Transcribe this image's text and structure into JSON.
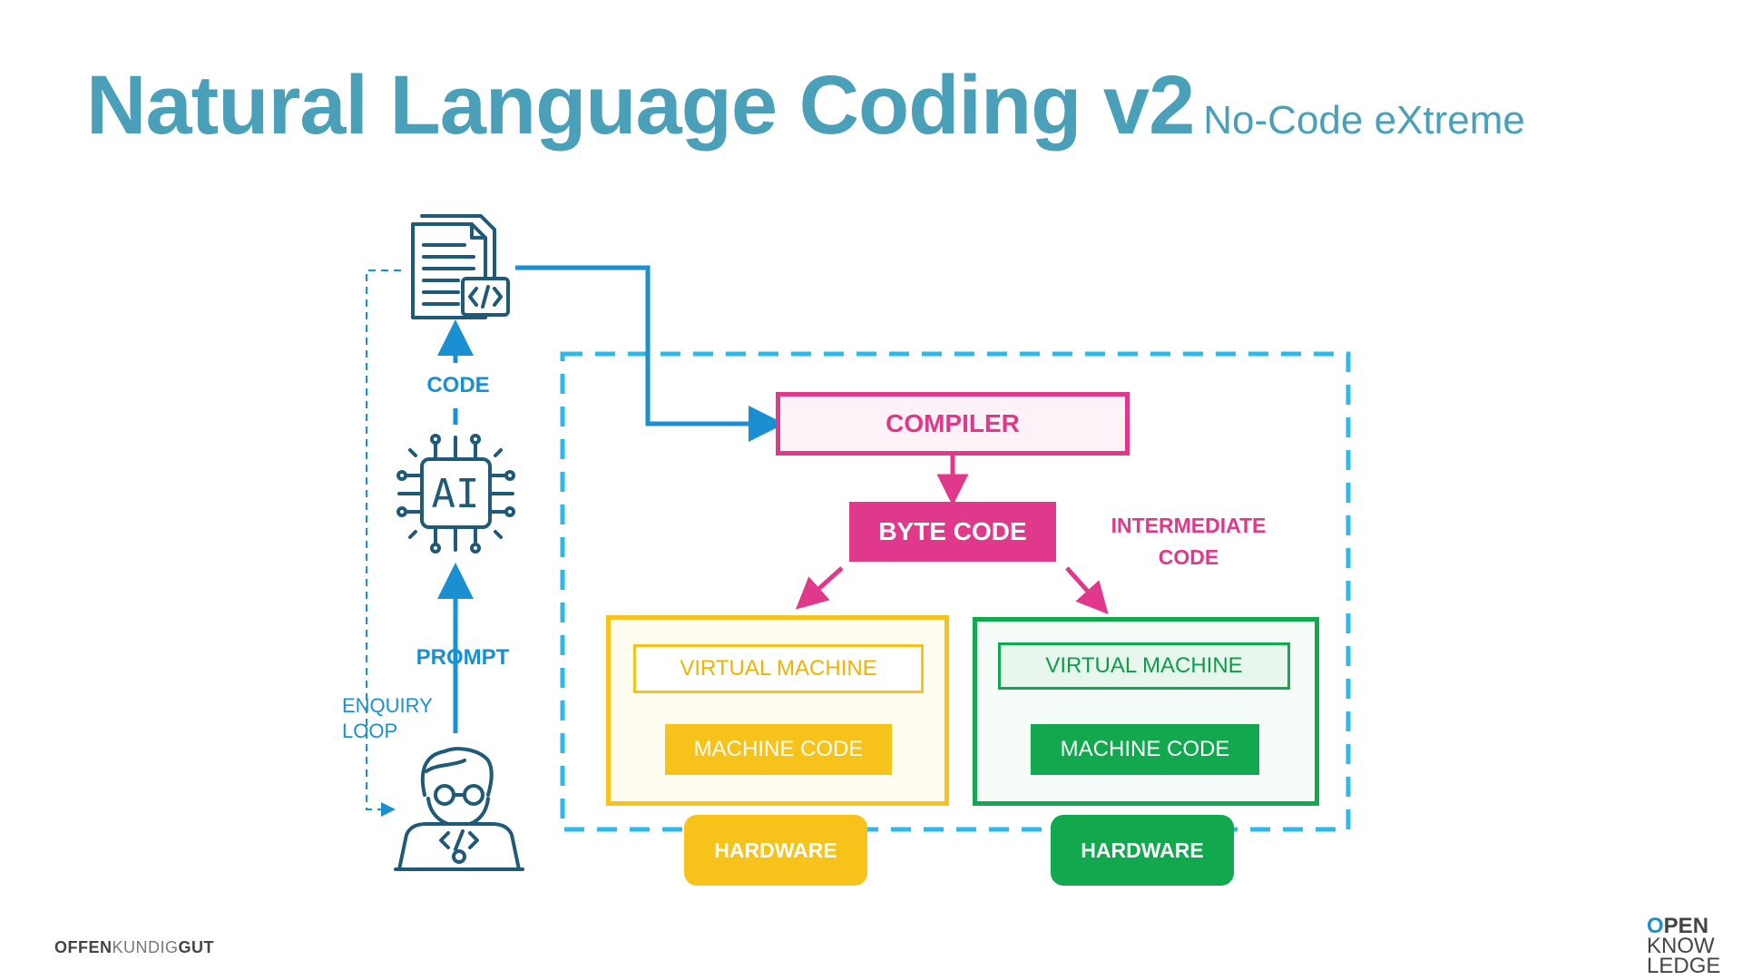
{
  "header": {
    "title": "Natural Language Coding v2",
    "subtitle": "No-Code eXtreme"
  },
  "flow": {
    "code_label": "CODE",
    "prompt_label": "PROMPT",
    "enquiry_line1": "ENQUIRY",
    "enquiry_line2": "LOOP"
  },
  "pipeline": {
    "compiler": "COMPILER",
    "byte_code": "BYTE CODE",
    "intermediate_line1": "INTERMEDIATE",
    "intermediate_line2": "CODE",
    "left_vm": "VIRTUAL MACHINE",
    "left_machine_code": "MACHINE CODE",
    "right_vm": "VIRTUAL MACHINE",
    "right_machine_code": "MACHINE CODE",
    "left_hardware": "HARDWARE",
    "right_hardware": "HARDWARE"
  },
  "icons": {
    "document": "code-document-icon",
    "ai": "ai-chip-icon",
    "developer": "developer-icon"
  },
  "footer": {
    "brand_bold_1": "OFFEN",
    "brand_light": "KUNDIG",
    "brand_bold_2": "GUT",
    "logo_o": "O",
    "logo_pen": "PEN",
    "logo_know": "KNOW",
    "logo_ledge": "LEDGE"
  },
  "colors": {
    "title": "#4aa0b8",
    "blue": "#1a8fd1",
    "dashed_frame": "#2fb8ea",
    "pink": "#e0388a",
    "yellow": "#f7c21a",
    "green": "#11a84e",
    "icon": "#1f5a78"
  }
}
